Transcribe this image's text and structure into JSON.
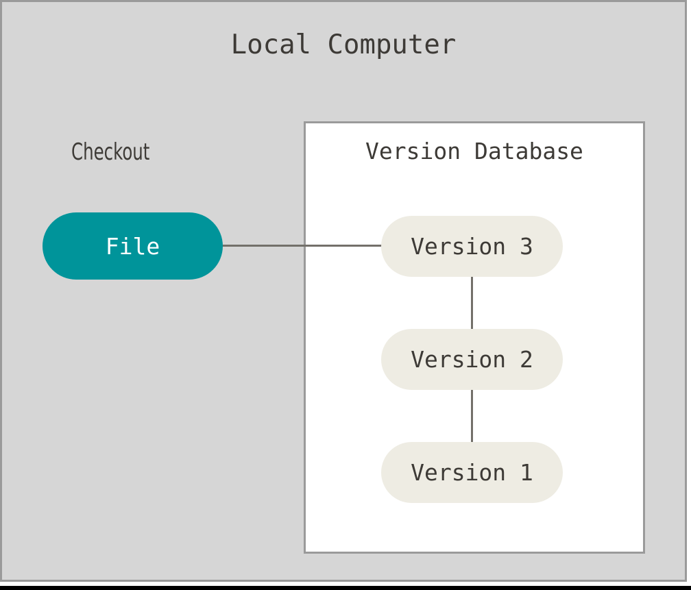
{
  "diagram": {
    "title": "Local Computer",
    "background_color": "#d6d6d6",
    "border_color": "#9a9a9a",
    "text_color": "#3d3a36",
    "connector_color": "#73706a"
  },
  "checkout": {
    "label": "Checkout",
    "file_node": {
      "label": "File",
      "fill_color": "#00949a",
      "text_color": "#ffffff"
    }
  },
  "version_database": {
    "title": "Version Database",
    "panel_fill": "#ffffff",
    "node_fill": "#eeece3",
    "versions": [
      {
        "label": "Version 3"
      },
      {
        "label": "Version 2"
      },
      {
        "label": "Version 1"
      }
    ]
  }
}
